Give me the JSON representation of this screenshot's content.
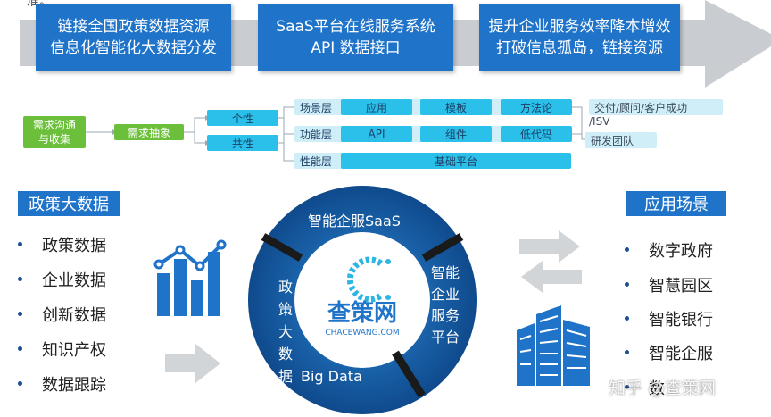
{
  "top_cut_text": "准。",
  "top_boxes": [
    {
      "line1": "链接全国政策数据资源",
      "line2": "信息化智能化大数据分发"
    },
    {
      "line1": "SaaS平台在线服务系统",
      "line2": "API 数据接口"
    },
    {
      "line1": "提升企业服务效率降本增效",
      "line2": "打破信息孤岛，链接资源"
    }
  ],
  "flow": {
    "source_line1": "需求沟通",
    "source_line2": "与收集",
    "abstract": "需求抽象",
    "branch_personal": "个性",
    "branch_common": "共性",
    "layers": [
      {
        "label": "场景层",
        "items": [
          "应用",
          "模板",
          "方法论"
        ]
      },
      {
        "label": "功能层",
        "items": [
          "API",
          "组件",
          "低代码"
        ]
      },
      {
        "label": "性能层",
        "items": [
          "基础平台"
        ]
      }
    ],
    "outcome_delivery": "交付/顾问/客户成功",
    "outcome_isv": "/ISV",
    "outcome_rd": "研发团队"
  },
  "left_panel": {
    "title": "政策大数据",
    "items": [
      "政策数据",
      "企业数据",
      "创新数据",
      "知识产权",
      "数据跟踪"
    ]
  },
  "right_panel": {
    "title": "应用场景",
    "items": [
      "数字政府",
      "智慧园区",
      "智能银行",
      "智能企服",
      "数"
    ]
  },
  "circle": {
    "top_segment": "智能企服SaaS",
    "left_vertical": [
      "政",
      "策",
      "大",
      "数",
      "据"
    ],
    "left_bottom": "Big Data",
    "right_lines": [
      "智能",
      "企业",
      "服务",
      "平台"
    ],
    "logo_cn": "查策网",
    "logo_en": "CHACEWANG.COM"
  },
  "watermark": "知乎 @查策网",
  "colors": {
    "primary_blue": "#1f74c9",
    "dark_blue": "#164d8f",
    "cyan": "#2bc0ea",
    "green": "#6bbf3a",
    "arrow_gray": "#bfc3c7"
  }
}
